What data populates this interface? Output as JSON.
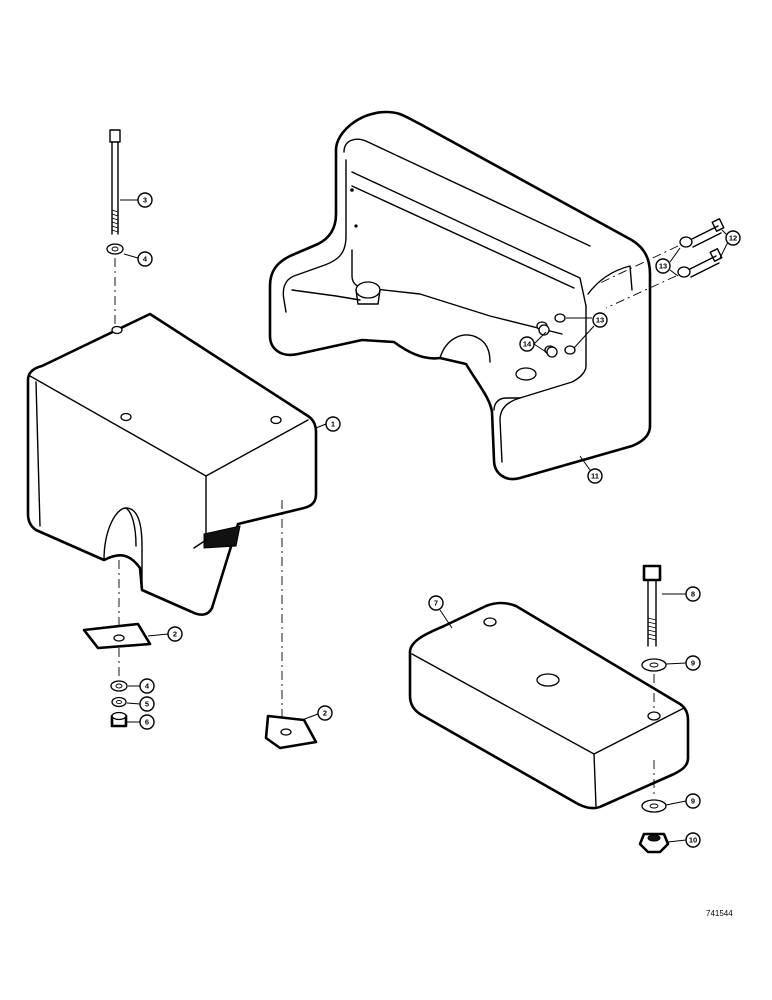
{
  "figure": {
    "reference_number": "741544",
    "callouts": {
      "c1": "1",
      "c2a": "2",
      "c2b": "2",
      "c3": "3",
      "c4a": "4",
      "c4b": "4",
      "c5": "5",
      "c6": "6",
      "c7": "7",
      "c8": "8",
      "c9a": "9",
      "c9b": "9",
      "c10": "10",
      "c11": "11",
      "c12": "12",
      "c13a": "13",
      "c13b": "13",
      "c14": "14"
    }
  }
}
